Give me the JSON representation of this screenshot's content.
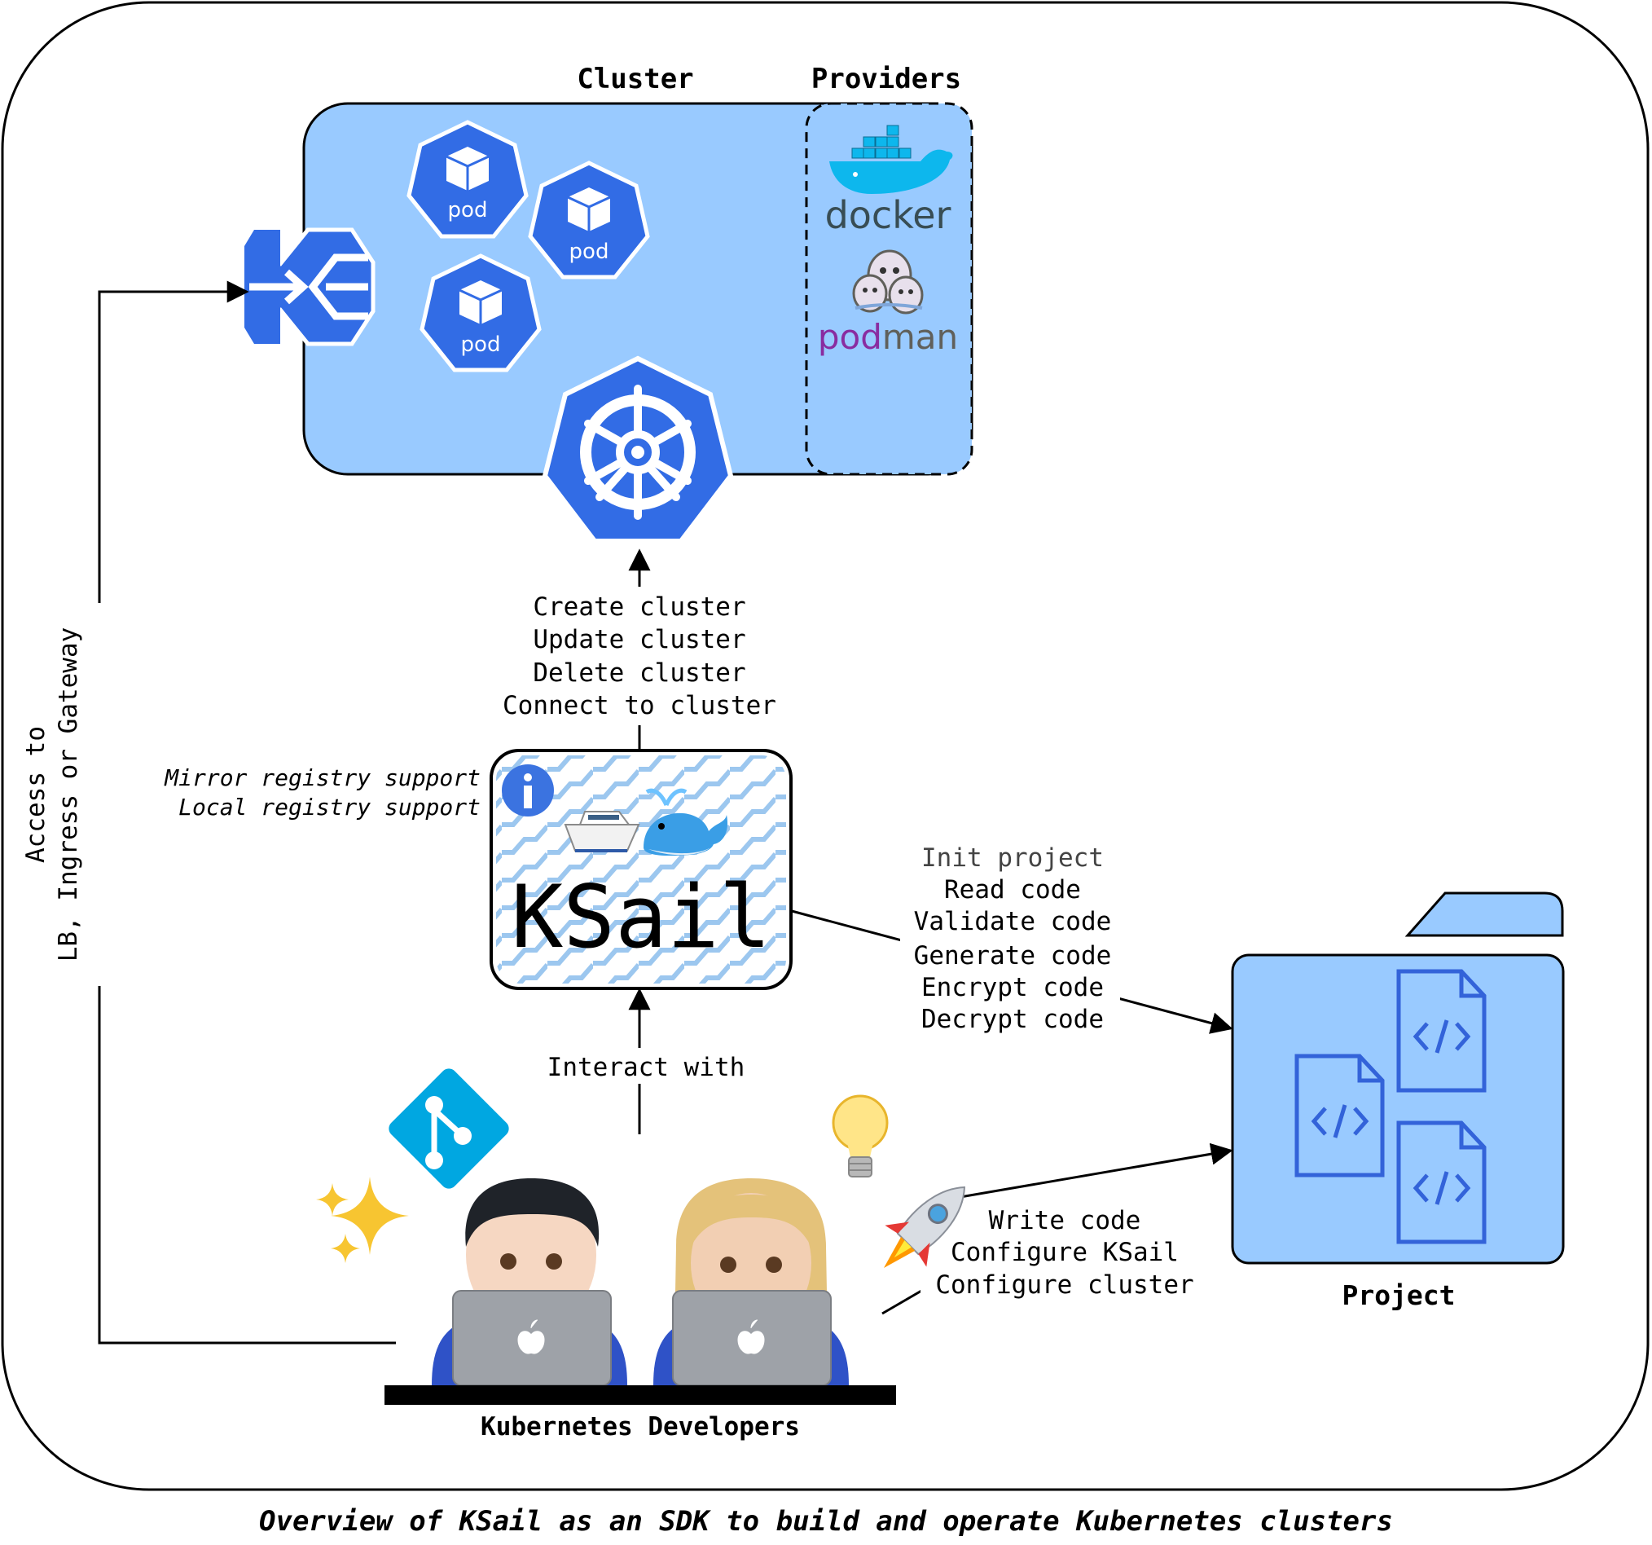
{
  "title": "Overview of KSail as an SDK to build and operate Kubernetes clusters",
  "cluster": {
    "heading": "Cluster",
    "pods": [
      {
        "label": "pod"
      },
      {
        "label": "pod"
      },
      {
        "label": "pod"
      }
    ]
  },
  "providers": {
    "heading": "Providers",
    "items": [
      {
        "name": "docker",
        "icon": "docker-whale-icon",
        "color": "#384d54"
      },
      {
        "name": "podman",
        "icon": "podman-seals-icon",
        "color": "#892ca0"
      }
    ]
  },
  "ksail": {
    "name": "KSail",
    "icons": [
      "info-icon",
      "yacht-icon",
      "whale-icon"
    ],
    "registry_notes": [
      "Mirror registry support",
      "Local registry support"
    ]
  },
  "cluster_actions": [
    "Create cluster",
    "Update cluster",
    "Delete cluster",
    "Connect to cluster"
  ],
  "project_actions": [
    "Init project",
    "Read code",
    "Validate code",
    "Generate code",
    "Encrypt code",
    "Decrypt code"
  ],
  "interact_label": "Interact with",
  "developer_actions": [
    "Write code",
    "Configure KSail",
    "Configure cluster"
  ],
  "access_label": [
    "Access to",
    "LB, Ingress or Gateway"
  ],
  "project": {
    "heading": "Project",
    "files": [
      {
        "icon": "code-file-icon"
      },
      {
        "icon": "code-file-icon"
      },
      {
        "icon": "code-file-icon"
      }
    ]
  },
  "developers": {
    "heading": "Kubernetes Developers",
    "icons": [
      "git-icon",
      "sparkles-icon",
      "lightbulb-icon",
      "rocket-icon",
      "developer-man-icon",
      "developer-woman-icon"
    ]
  },
  "colors": {
    "cluster_fill": "#99caff",
    "k8s_blue": "#326ce5",
    "project_fill": "#99caff",
    "git_blue": "#00a7e1"
  }
}
